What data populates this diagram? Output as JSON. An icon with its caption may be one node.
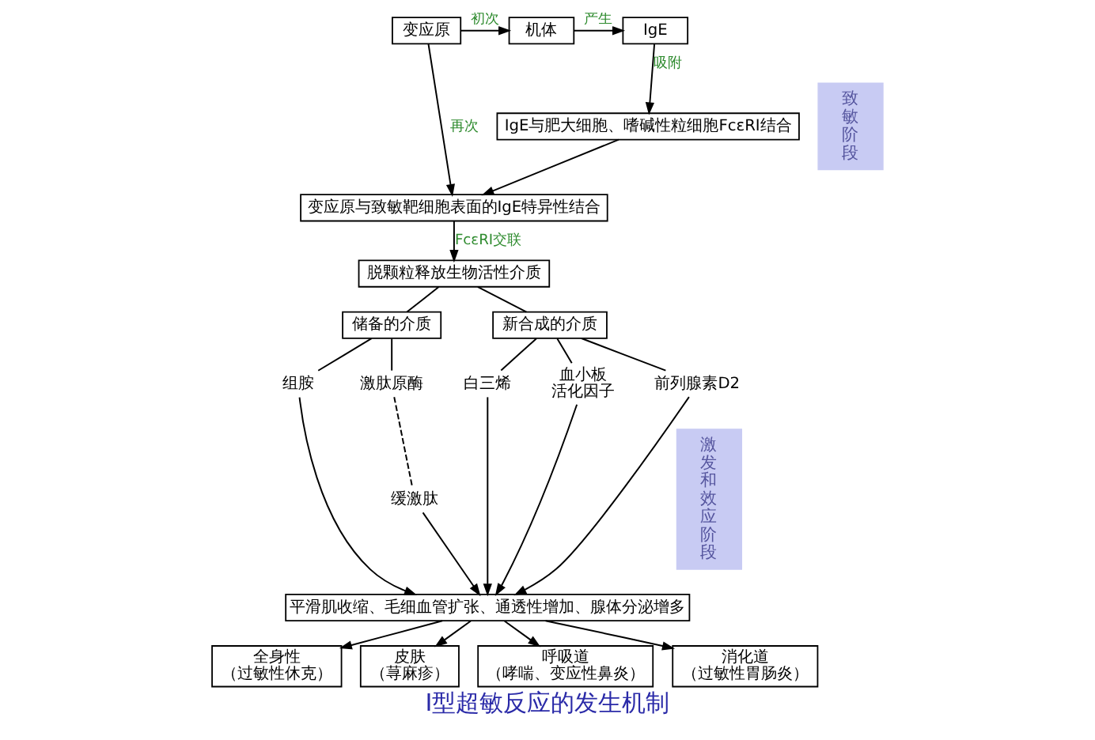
{
  "diagram": {
    "caption": "Ⅰ型超敏反应的发生机制",
    "nodes": [
      {
        "text": [
          "变应原"
        ]
      },
      {
        "text": [
          "机体"
        ]
      },
      {
        "text": [
          "IgE"
        ]
      },
      {
        "text": [
          "IgE与肥大细胞、嗜碱性粒细胞FcεRⅠ结合"
        ]
      },
      {
        "text": [
          "变应原与致敏靶细胞表面的IgE特异性结合"
        ]
      },
      {
        "text": [
          "脱颗粒释放生物活性介质"
        ]
      },
      {
        "text": [
          "储备的介质"
        ]
      },
      {
        "text": [
          "新合成的介质"
        ]
      },
      {
        "text": [
          "组胺"
        ]
      },
      {
        "text": [
          "激肽原酶"
        ]
      },
      {
        "text": [
          "缓激肽"
        ]
      },
      {
        "text": [
          "白三烯"
        ]
      },
      {
        "text": [
          "血小板活化因子"
        ]
      },
      {
        "text": [
          "前列腺素D2"
        ]
      },
      {
        "text": [
          "平滑肌收缩、毛细血管扩张、通透性增加、腺体分泌增多"
        ]
      },
      {
        "text": [
          "全身性",
          "（过敏性休克）"
        ]
      },
      {
        "text": [
          "皮肤",
          "（荨麻疹）"
        ]
      },
      {
        "text": [
          "呼吸道",
          "（哮喘、变应性鼻炎）"
        ]
      },
      {
        "text": [
          "消化道",
          "（过敏性胃肠炎）"
        ]
      },
      {
        "text": [
          "致敏阶段"
        ]
      },
      {
        "text": [
          "激发和效应阶段"
        ]
      }
    ],
    "edges": [
      {
        "from": 0,
        "to": 1,
        "arrow": "to",
        "label": "初次"
      },
      {
        "from": 1,
        "to": 2,
        "arrow": "to",
        "label": "产生"
      },
      {
        "from": 2,
        "to": 3,
        "arrow": "to",
        "label": "吸附"
      },
      {
        "from": 3,
        "to": 4,
        "arrow": "to"
      },
      {
        "from": 0,
        "to": 4,
        "arrow": "to",
        "label": "再次"
      },
      {
        "from": 4,
        "to": 5,
        "arrow": "to",
        "label": "FcεRⅠ交联"
      },
      {
        "from": 5,
        "to": 6,
        "arrow": "none"
      },
      {
        "from": 5,
        "to": 7,
        "arrow": "none"
      },
      {
        "from": 6,
        "to": 8,
        "arrow": "none"
      },
      {
        "from": 6,
        "to": 9,
        "arrow": "none"
      },
      {
        "from": 7,
        "to": 11,
        "arrow": "none"
      },
      {
        "from": 7,
        "to": 12,
        "arrow": "none"
      },
      {
        "from": 7,
        "to": 13,
        "arrow": "none"
      },
      {
        "from": 9,
        "to": 10,
        "arrow": "none",
        "style": "dashed"
      },
      {
        "from": 8,
        "to": 14,
        "arrow": "to"
      },
      {
        "from": 10,
        "to": 14,
        "arrow": "to"
      },
      {
        "from": 11,
        "to": 14,
        "arrow": "to"
      },
      {
        "from": 12,
        "to": 14,
        "arrow": "to"
      },
      {
        "from": 13,
        "to": 14,
        "arrow": "to"
      },
      {
        "from": 14,
        "to": 15,
        "arrow": "to"
      },
      {
        "from": 14,
        "to": 16,
        "arrow": "to"
      },
      {
        "from": 14,
        "to": 17,
        "arrow": "to"
      },
      {
        "from": 14,
        "to": 18,
        "arrow": "to"
      }
    ]
  }
}
